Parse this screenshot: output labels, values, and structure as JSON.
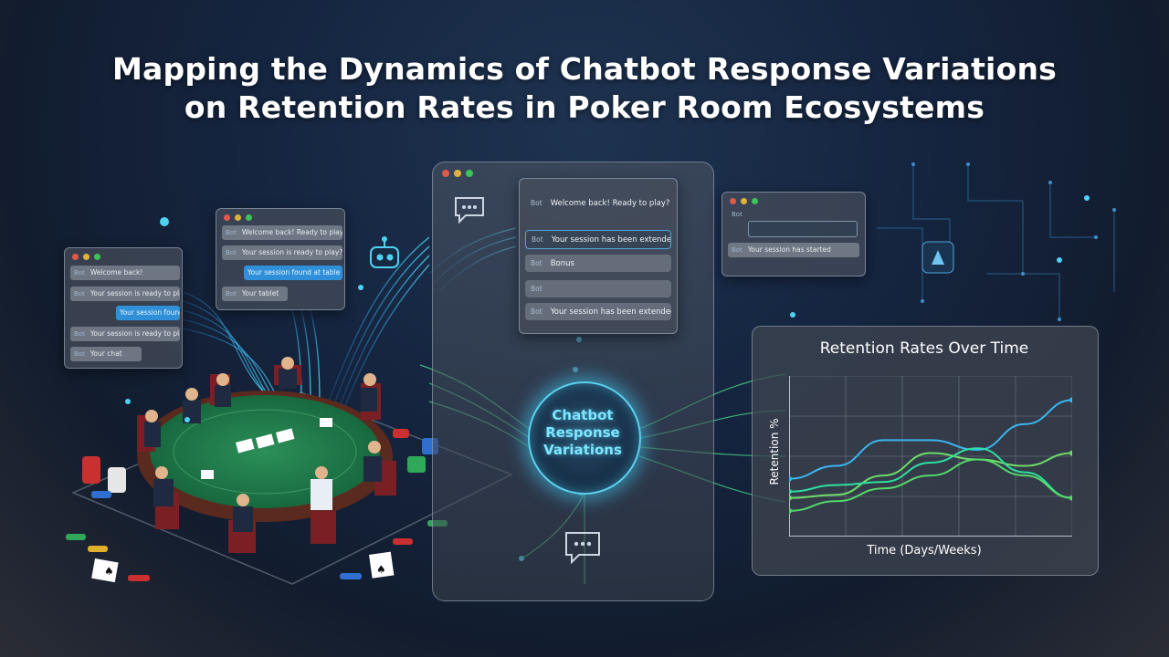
{
  "title": {
    "line1": "Mapping the Dynamics of Chatbot Response Variations",
    "line2": "on Retention Rates in Poker Room Ecosystems"
  },
  "left_window": {
    "bubbles": [
      {
        "tag": "Bot",
        "text": "Welcome back!"
      },
      {
        "tag": "Bot",
        "text": "Your session is ready to play?"
      },
      {
        "tag": "",
        "text": "Your session found"
      },
      {
        "tag": "Bot",
        "text": "Your session is ready to play?"
      },
      {
        "tag": "Bot",
        "text": "Your chat"
      }
    ]
  },
  "mid_left_window": {
    "bubbles": [
      {
        "tag": "Bot",
        "text": "Welcome back! Ready to play?"
      },
      {
        "tag": "Bot",
        "text": "Your session is ready to play?"
      },
      {
        "tag": "",
        "text": "Your session found at table"
      },
      {
        "tag": "Bot",
        "text": "Your tablet"
      }
    ]
  },
  "center_window": {
    "bubbles": [
      {
        "tag": "Bot",
        "text": "Welcome back! Ready to play?"
      },
      {
        "tag": "Bot",
        "text": "Your session has been extended"
      },
      {
        "tag": "Bot",
        "text": "Bonus"
      },
      {
        "tag": "Bot",
        "text": ""
      },
      {
        "tag": "Bot",
        "text": "Your session has been extended"
      }
    ]
  },
  "right_window": {
    "bubbles": [
      {
        "tag": "Bot",
        "text": ""
      },
      {
        "tag": "",
        "text": ""
      },
      {
        "tag": "Bot",
        "text": "Your session has started"
      }
    ]
  },
  "hub": {
    "label_line1": "Chatbot",
    "label_line2": "Response",
    "label_line3": "Variations"
  },
  "chart_data": {
    "type": "line",
    "title": "Retention Rates Over Time",
    "xlabel": "Time (Days/Weeks)",
    "ylabel": "Retention %",
    "x": [
      0,
      1,
      2,
      3,
      4,
      5,
      6
    ],
    "xlim": [
      0,
      6
    ],
    "ylim": [
      0,
      100
    ],
    "grid": true,
    "series": [
      {
        "color": "#3ab6f0",
        "values": [
          36,
          44,
          60,
          60,
          54,
          70,
          85
        ]
      },
      {
        "color": "#6fdc6a",
        "values": [
          24,
          26,
          38,
          52,
          48,
          44,
          52
        ]
      },
      {
        "color": "#2ee0a0",
        "values": [
          28,
          32,
          34,
          46,
          55,
          40,
          24
        ]
      },
      {
        "color": "#55d96a",
        "values": [
          16,
          22,
          30,
          38,
          48,
          38,
          24
        ]
      }
    ]
  },
  "colors": {
    "accent": "#4fd2f2",
    "glow": "#5ad2f0",
    "table_felt": "#1f7a48"
  }
}
